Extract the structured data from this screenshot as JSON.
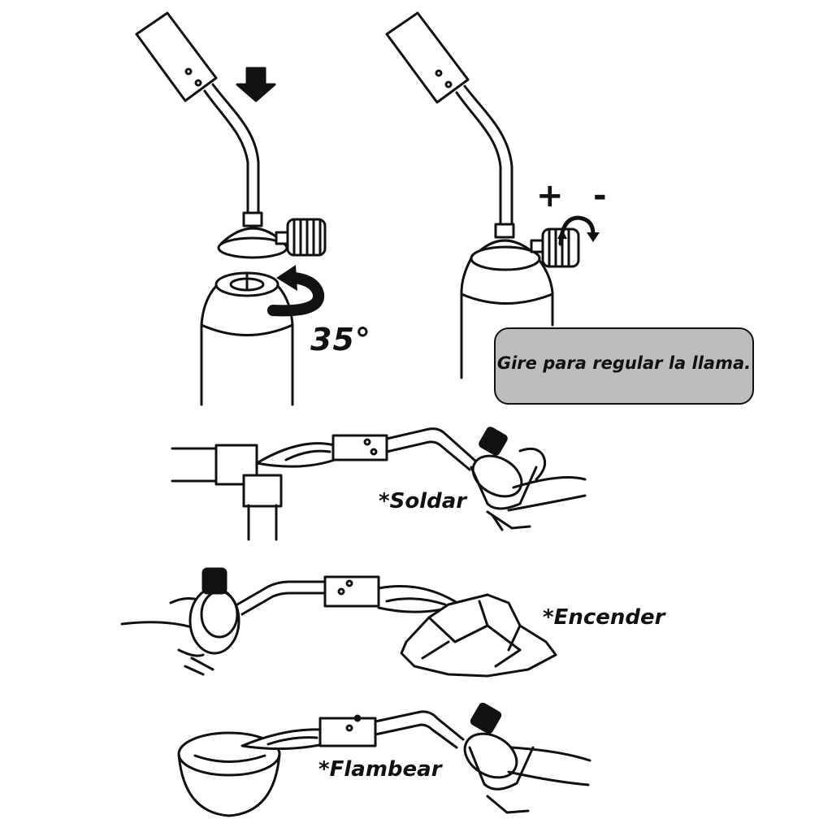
{
  "step1": {
    "angle_label": "35°"
  },
  "step2": {
    "plus_label": "+",
    "minus_label": "-",
    "callout_text": "Gire para regular la llama."
  },
  "uses": [
    {
      "label": "*Soldar"
    },
    {
      "label": "*Encender"
    },
    {
      "label": "*Flambear"
    }
  ],
  "colors": {
    "ink": "#111111",
    "callout_fill": "#bdbdbd",
    "background": "#ffffff"
  }
}
